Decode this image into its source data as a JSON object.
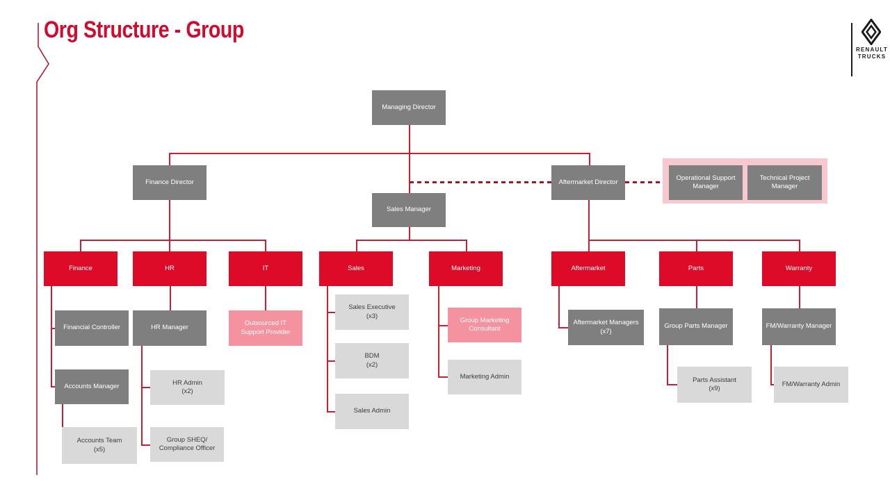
{
  "slide": {
    "title": "Org Structure - Group",
    "logo": {
      "line1": "RENAULT",
      "line2": "TRUCKS",
      "icon": "renault-diamond-icon"
    },
    "colors": {
      "title_red": "#D30A2E",
      "node_red": "#DD0A28",
      "node_gray": "#7F7F7F",
      "node_light_gray": "#D9D9D9",
      "node_pink": "#F4939F",
      "pink_group_fill": "#F8C8D1",
      "connector": "#C81D32",
      "dashed_connector": "#A81323",
      "accent_line": "#B01E32",
      "logo_black": "#1A1A1A",
      "light_text": "#3D3D3D",
      "white_text": "#FFFFFF"
    }
  },
  "org_chart": {
    "nodes": [
      {
        "id": "managing-director",
        "label": "Managing Director",
        "type": "gray",
        "parent": null
      },
      {
        "id": "finance-director",
        "label": "Finance Director",
        "type": "gray",
        "parent": "managing-director"
      },
      {
        "id": "sales-manager",
        "label": "Sales Manager",
        "type": "gray",
        "parent": "managing-director"
      },
      {
        "id": "aftermarket-director",
        "label": "Aftermarket Director",
        "type": "gray",
        "parent": "managing-director"
      },
      {
        "id": "operational-support-manager",
        "label": "Operational Support",
        "sublabel": "Manager",
        "type": "gray",
        "parent": "aftermarket-director",
        "link": "dashed"
      },
      {
        "id": "technical-project-manager",
        "label": "Technical Project",
        "sublabel": "Manager",
        "type": "gray",
        "parent": "aftermarket-director",
        "link": "dashed"
      },
      {
        "id": "finance",
        "label": "Finance",
        "type": "red",
        "parent": "finance-director"
      },
      {
        "id": "hr",
        "label": "HR",
        "type": "red",
        "parent": "finance-director"
      },
      {
        "id": "it",
        "label": "IT",
        "type": "red",
        "parent": "finance-director"
      },
      {
        "id": "sales",
        "label": "Sales",
        "type": "red",
        "parent": "sales-manager"
      },
      {
        "id": "marketing",
        "label": "Marketing",
        "type": "red",
        "parent": "sales-manager"
      },
      {
        "id": "aftermarket",
        "label": "Aftermarket",
        "type": "red",
        "parent": "aftermarket-director"
      },
      {
        "id": "parts",
        "label": "Parts",
        "type": "red",
        "parent": "aftermarket-director"
      },
      {
        "id": "warranty",
        "label": "Warranty",
        "type": "red",
        "parent": "aftermarket-director"
      },
      {
        "id": "financial-controller",
        "label": "Financial Controller",
        "type": "gray",
        "parent": "finance"
      },
      {
        "id": "accounts-manager",
        "label": "Accounts Manager",
        "type": "gray",
        "parent": "finance"
      },
      {
        "id": "accounts-team",
        "label": "Accounts Team",
        "sublabel": "(x5)",
        "type": "light",
        "parent": "accounts-manager"
      },
      {
        "id": "hr-manager",
        "label": "HR Manager",
        "type": "gray",
        "parent": "hr"
      },
      {
        "id": "hr-admin",
        "label": "HR Admin",
        "sublabel": "(x2)",
        "type": "light",
        "parent": "hr-manager"
      },
      {
        "id": "group-sheq-compliance-officer",
        "label": "Group SHEQ/",
        "sublabel": "Compliance Officer",
        "type": "light",
        "parent": "hr-manager"
      },
      {
        "id": "outsourced-it-support-provider",
        "label": "Outsourced IT",
        "sublabel": "Support Provider",
        "type": "pink",
        "parent": "it"
      },
      {
        "id": "sales-executive",
        "label": "Sales Executive",
        "sublabel": "(x3)",
        "type": "light",
        "parent": "sales"
      },
      {
        "id": "bdm",
        "label": "BDM",
        "sublabel": "(x2)",
        "type": "light",
        "parent": "sales"
      },
      {
        "id": "sales-admin",
        "label": "Sales Admin",
        "type": "light",
        "parent": "sales"
      },
      {
        "id": "group-marketing-consultant",
        "label": "Group Marketing",
        "sublabel": "Consultant",
        "type": "pink",
        "parent": "marketing"
      },
      {
        "id": "marketing-admin",
        "label": "Marketing Admin",
        "type": "light",
        "parent": "marketing"
      },
      {
        "id": "aftermarket-managers",
        "label": "Aftermarket Managers",
        "sublabel": "(x7)",
        "type": "gray",
        "parent": "aftermarket"
      },
      {
        "id": "group-parts-manager",
        "label": "Group Parts Manager",
        "type": "gray",
        "parent": "parts"
      },
      {
        "id": "parts-assistant",
        "label": "Parts Assistant",
        "sublabel": "(x9)",
        "type": "light",
        "parent": "group-parts-manager"
      },
      {
        "id": "fm-warranty-manager",
        "label": "FM/Warranty Manager",
        "type": "gray",
        "parent": "warranty"
      },
      {
        "id": "fm-warranty-admin",
        "label": "FM/Warranty Admin",
        "type": "light",
        "parent": "fm-warranty-manager"
      }
    ]
  }
}
